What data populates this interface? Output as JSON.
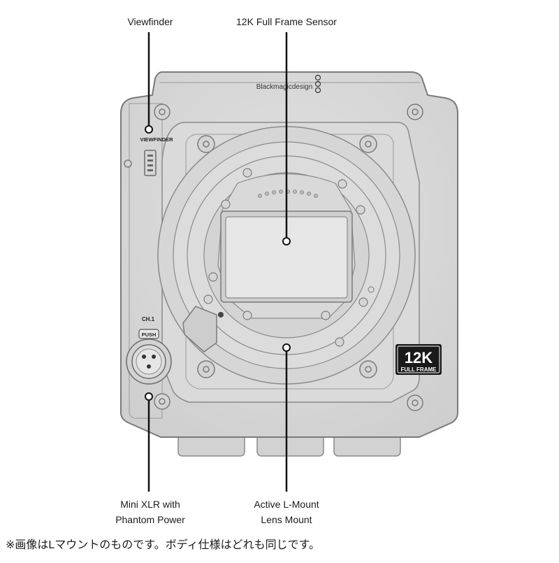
{
  "callouts": {
    "viewfinder": "Viewfinder",
    "sensor": "12K Full Frame Sensor",
    "xlr_line1": "Mini XLR with",
    "xlr_line2": "Phantom Power",
    "mount_line1": "Active L-Mount",
    "mount_line2": "Lens Mount"
  },
  "body_markings": {
    "brand": "Blackmagicdesign",
    "viewfinder_port": "VIEWFINDER",
    "channel": "CH.1",
    "push": "PUSH",
    "badge_main": "12K",
    "badge_sub": "FULL FRAME"
  },
  "footnote": "※画像はLマウントのものです。ボディ仕様はどれも同じです。",
  "colors": {
    "body_fill": "#d9d9d9",
    "body_stroke": "#7a7a7a",
    "sensor_fill": "#e6e6e6",
    "callout_line": "#111111",
    "badge": "#1a1a1a"
  }
}
